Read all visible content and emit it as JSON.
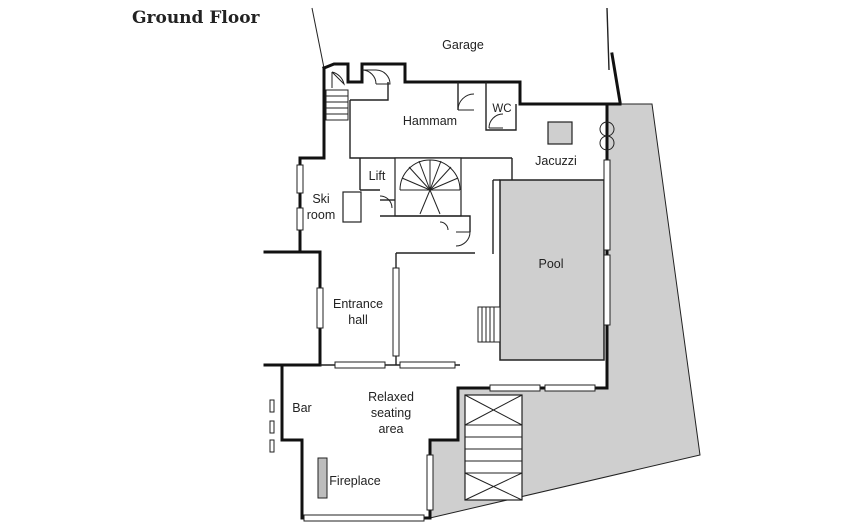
{
  "title": "Ground Floor",
  "rooms": {
    "garage": "Garage",
    "hammam": "Hammam",
    "wc": "WC",
    "jacuzzi": "Jacuzzi",
    "lift": "Lift",
    "ski_room_line1": "Ski",
    "ski_room_line2": "room",
    "pool": "Pool",
    "entrance_hall_line1": "Entrance",
    "entrance_hall_line2": "hall",
    "bar": "Bar",
    "relaxed_line1": "Relaxed",
    "relaxed_line2": "seating",
    "relaxed_line3": "area",
    "fireplace": "Fireplace"
  },
  "colors": {
    "terrace": "#cfcfcf",
    "pool": "#cfcfcf",
    "wall": "#111111"
  }
}
